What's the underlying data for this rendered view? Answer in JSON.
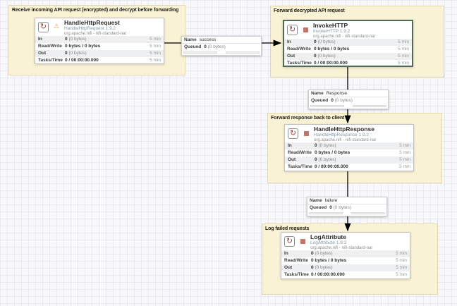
{
  "app": "NiFi flow canvas",
  "colors": {
    "canvas_bg": "#f8f8fb",
    "grid_line": "#e9e9f1",
    "group_bg": "#faf2d4",
    "group_border": "#e2d9ae",
    "selected_border": "#4e6b57",
    "stopped_red": "#c4736b",
    "warning_amber": "#d19a3f",
    "processor_icon_glyph": "#a04242",
    "wire": "#000000"
  },
  "groups": [
    {
      "label": "Receive incoming API request (encrypted) and decrypt before forwarding"
    },
    {
      "label": "Forward decrypted API request"
    },
    {
      "label": "Forward response back to client"
    },
    {
      "label": "Log failed requests"
    }
  ],
  "processors": [
    {
      "name": "HandleHttpRequest",
      "type_version": "HandleHttpRequest 1.9.2",
      "bundle": "org.apache.nifi - nifi-standard-nar",
      "status": "warning",
      "stats": [
        {
          "label": "In",
          "value": "0",
          "value_detail": "(0 bytes)",
          "window": "5 min"
        },
        {
          "label": "Read/Write",
          "value": "0 bytes / 0 bytes",
          "value_detail": "",
          "window": "5 min"
        },
        {
          "label": "Out",
          "value": "0",
          "value_detail": "(0 bytes)",
          "window": "5 min"
        },
        {
          "label": "Tasks/Time",
          "value": "0 / 00:00:00.000",
          "value_detail": "",
          "window": "5 min"
        }
      ]
    },
    {
      "name": "InvokeHTTP",
      "type_version": "InvokeHTTP 1.9.2",
      "bundle": "org.apache.nifi - nifi-standard-nar",
      "status": "stopped",
      "stats": [
        {
          "label": "In",
          "value": "0",
          "value_detail": "(0 bytes)",
          "window": "5 min"
        },
        {
          "label": "Read/Write",
          "value": "0 bytes / 0 bytes",
          "value_detail": "",
          "window": "5 min"
        },
        {
          "label": "Out",
          "value": "0",
          "value_detail": "(0 bytes)",
          "window": "5 min"
        },
        {
          "label": "Tasks/Time",
          "value": "0 / 00:00:00.000",
          "value_detail": "",
          "window": "5 min"
        }
      ]
    },
    {
      "name": "HandleHttpResponse",
      "type_version": "HandleHttpResponse 1.9.2",
      "bundle": "org.apache.nifi - nifi-standard-nar",
      "status": "stopped",
      "stats": [
        {
          "label": "In",
          "value": "0",
          "value_detail": "(0 bytes)",
          "window": "5 min"
        },
        {
          "label": "Read/Write",
          "value": "0 bytes / 0 bytes",
          "value_detail": "",
          "window": "5 min"
        },
        {
          "label": "Out",
          "value": "0",
          "value_detail": "(0 bytes)",
          "window": "5 min"
        },
        {
          "label": "Tasks/Time",
          "value": "0 / 00:00:00.000",
          "value_detail": "",
          "window": "5 min"
        }
      ]
    },
    {
      "name": "LogAttribute",
      "type_version": "LogAttribute 1.9.2",
      "bundle": "org.apache.nifi - nifi-standard-nar",
      "status": "stopped",
      "stats": [
        {
          "label": "In",
          "value": "0",
          "value_detail": "(0 bytes)",
          "window": "5 min"
        },
        {
          "label": "Read/Write",
          "value": "0 bytes / 0 bytes",
          "value_detail": "",
          "window": "5 min"
        },
        {
          "label": "Out",
          "value": "0",
          "value_detail": "(0 bytes)",
          "window": "5 min"
        },
        {
          "label": "Tasks/Time",
          "value": "0 / 00:00:00.000",
          "value_detail": "",
          "window": "5 min"
        }
      ]
    }
  ],
  "connections": [
    {
      "name_key": "Name",
      "name": "success",
      "queued_key": "Queued",
      "count": "0",
      "size": "(0 bytes)"
    },
    {
      "name_key": "Name",
      "name": "Response",
      "queued_key": "Queued",
      "count": "0",
      "size": "(0 bytes)"
    },
    {
      "name_key": "Name",
      "name": "failure",
      "queued_key": "Queued",
      "count": "0",
      "size": "(0 bytes)"
    }
  ],
  "icons": {
    "processor_glyph": "↻",
    "warning_glyph": "⚠"
  }
}
